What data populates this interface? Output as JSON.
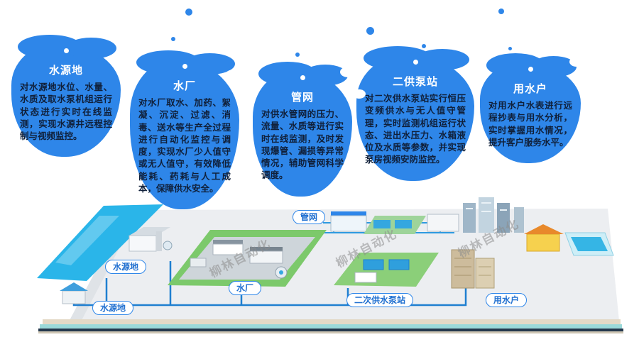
{
  "callouts": [
    {
      "title": "水源地",
      "desc": "对水源地水位、水量、水质及取水泵机组运行状态进行实时在线监测，实现水源井远程控制与视频监控。"
    },
    {
      "title": "水厂",
      "desc": "对水厂取水、加药、絮凝、沉淀、过滤、消毒、送水等生产全过程进行自动化监控与调度，实现水厂少人值守或无人值守，有效降低能耗、药耗与人工成本，保障供水安全。"
    },
    {
      "title": "管网",
      "desc": "对供水管网的压力、流量、水质等进行实时在线监测，及时发现爆管、漏损等异常情况，辅助管网科学调度。"
    },
    {
      "title": "二供泵站",
      "desc": "对二次供水泵站实行恒压变频供水与无人值守管理，实时监测机组运行状态、进出水压力、水箱液位及水质等参数，并实现泵房视频安防监控。"
    },
    {
      "title": "用水户",
      "desc": "对用水户水表进行远程抄表与用水分析，实时掌握用水情况，提升客户服务水平。"
    }
  ],
  "scene": {
    "labels": {
      "source1": "水源地",
      "source2": "水源地",
      "plant": "水厂",
      "network": "管网",
      "secondary": "二次供水泵站",
      "users": "用水户"
    },
    "watermark": "柳林自动化"
  },
  "colors": {
    "bubble_blue": "#2E86E9",
    "text_dark": "#10203A",
    "label_blue": "#1F6FD0",
    "water_blue": "#2AB5E9",
    "grass_green": "#7CC96B"
  }
}
